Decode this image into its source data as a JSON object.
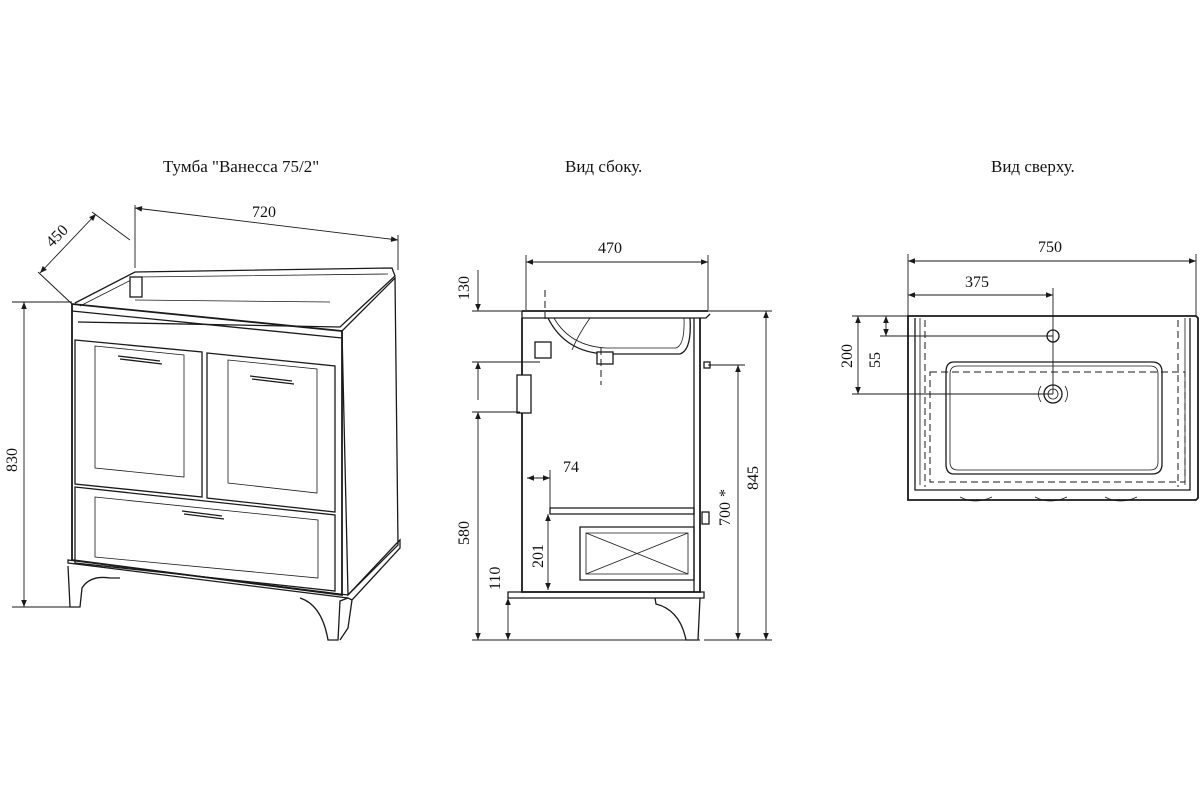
{
  "titles": {
    "front": "Тумба \"Ванесса 75/2\"",
    "side": "Вид сбоку.",
    "top": "Вид сверху."
  },
  "dimensions": {
    "front_width": "720",
    "front_depth": "450",
    "front_height": "830",
    "side_depth": "470",
    "side_top": "130",
    "side_height_580": "580",
    "side_leg_110": "110",
    "side_201": "201",
    "side_74": "74",
    "side_700": "700",
    "side_700_mark": "*",
    "side_845": "845",
    "top_width": "750",
    "top_half": "375",
    "top_200": "200",
    "top_55": "55"
  }
}
